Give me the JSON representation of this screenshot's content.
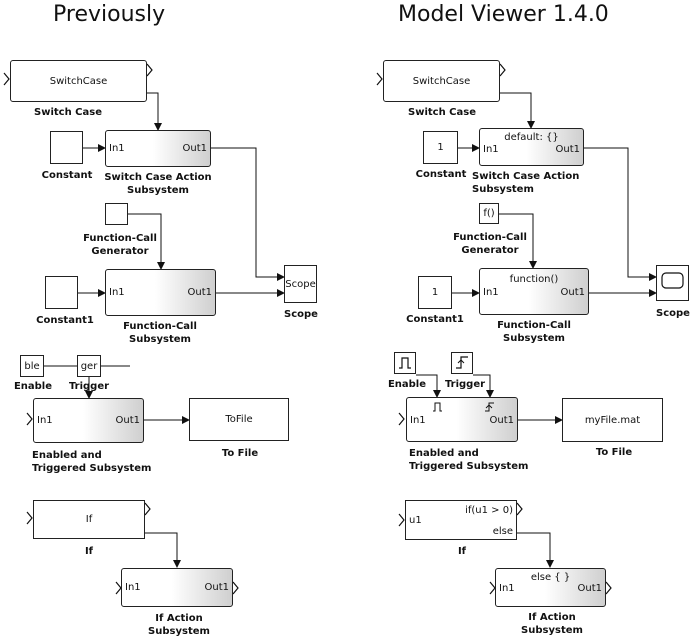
{
  "headings": {
    "previously": "Previously",
    "model_viewer": "Model Viewer 1.4.0"
  },
  "left": {
    "switch_case": {
      "text": "SwitchCase",
      "label": "Switch Case"
    },
    "constant": {
      "label": "Constant"
    },
    "sc_action": {
      "in": "In1",
      "out": "Out1",
      "label1": "Switch Case Action",
      "label2": "Subsystem"
    },
    "fcg": {
      "label1": "Function-Call",
      "label2": "Generator"
    },
    "constant1": {
      "label": "Constant1"
    },
    "fc_subsystem": {
      "in": "In1",
      "out": "Out1",
      "label1": "Function-Call",
      "label2": "Subsystem"
    },
    "scope": {
      "text": "Scope",
      "label": "Scope"
    },
    "enable": {
      "text": "ble",
      "label": "Enable"
    },
    "trigger": {
      "text": "ger",
      "label": "Trigger"
    },
    "et_subsystem": {
      "in": "In1",
      "out": "Out1",
      "label1": "Enabled and",
      "label2": "Triggered Subsystem"
    },
    "to_file": {
      "text": "ToFile",
      "label": "To File"
    },
    "if_block": {
      "text": "If",
      "label": "If"
    },
    "if_action": {
      "in": "In1",
      "out": "Out1",
      "label1": "If Action",
      "label2": "Subsystem"
    }
  },
  "right": {
    "switch_case": {
      "text": "SwitchCase",
      "label": "Switch Case"
    },
    "constant": {
      "text": "1",
      "label": "Constant"
    },
    "sc_action": {
      "title": "default: {}",
      "in": "In1",
      "out": "Out1",
      "label1": "Switch Case Action",
      "label2": "Subsystem"
    },
    "fcg": {
      "text": "f()",
      "label1": "Function-Call",
      "label2": "Generator"
    },
    "constant1": {
      "text": "1",
      "label": "Constant1"
    },
    "fc_subsystem": {
      "title": "function()",
      "in": "In1",
      "out": "Out1",
      "label1": "Function-Call",
      "label2": "Subsystem"
    },
    "scope": {
      "label": "Scope"
    },
    "enable": {
      "label": "Enable"
    },
    "trigger": {
      "label": "Trigger"
    },
    "et_subsystem": {
      "in": "In1",
      "out": "Out1",
      "label1": "Enabled and",
      "label2": "Triggered Subsystem"
    },
    "to_file": {
      "text": "myFile.mat",
      "label": "To File"
    },
    "if_block": {
      "cond": "if(u1 > 0)",
      "in": "u1",
      "else": "else",
      "label": "If"
    },
    "if_action": {
      "title": "else { }",
      "in": "In1",
      "out": "Out1",
      "label1": "If Action",
      "label2": "Subsystem"
    }
  }
}
